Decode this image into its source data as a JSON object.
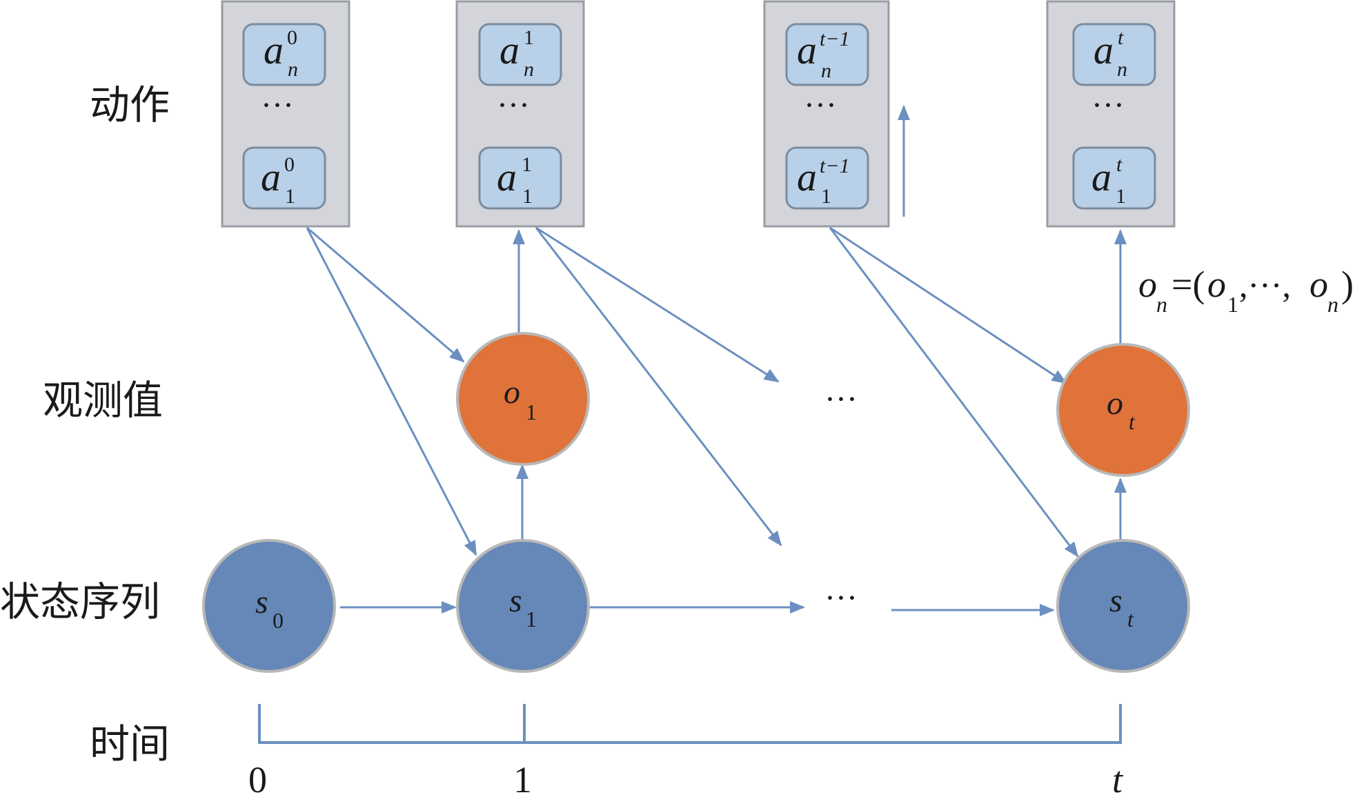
{
  "colors": {
    "state_node": "#6688b8",
    "observation_node": "#e0733a",
    "arrow": "#6b8fc0",
    "action_panel_fill": "#d3d5db",
    "action_panel_stroke": "#9a9ca3",
    "action_cell_fill": "#b8d0e8",
    "action_cell_stroke": "#7b8b9e"
  },
  "row_labels": {
    "action": "动作",
    "observation": "观测值",
    "state": "状态序列",
    "time": "时间"
  },
  "action_panels": [
    {
      "top": {
        "base": "a",
        "sup": "0",
        "sub": "n"
      },
      "ellipsis": "···",
      "bottom": {
        "base": "a",
        "sup": "0",
        "sub": "1"
      }
    },
    {
      "top": {
        "base": "a",
        "sup": "1",
        "sub": "n"
      },
      "ellipsis": "···",
      "bottom": {
        "base": "a",
        "sup": "1",
        "sub": "1"
      }
    },
    {
      "top": {
        "base": "a",
        "sup": "t−1",
        "sub": "n"
      },
      "ellipsis": "···",
      "bottom": {
        "base": "a",
        "sup": "t−1",
        "sub": "1"
      }
    },
    {
      "top": {
        "base": "a",
        "sup": "t",
        "sub": "n"
      },
      "ellipsis": "···",
      "bottom": {
        "base": "a",
        "sup": "t",
        "sub": "1"
      }
    }
  ],
  "observation_nodes": [
    {
      "base": "o",
      "sub": "1"
    },
    {
      "base": "o",
      "sub": "t"
    }
  ],
  "state_nodes": [
    {
      "base": "s",
      "sub": "0"
    },
    {
      "base": "s",
      "sub": "1"
    },
    {
      "base": "s",
      "sub": "t"
    }
  ],
  "ellipses": {
    "observation_row": "···",
    "state_row": "···"
  },
  "formula": {
    "lhs_base": "o",
    "lhs_sub": "n",
    "eq_open": "=(",
    "item1_base": "o",
    "item1_sub": "1",
    "middle": ",···,",
    "item2_base": "o",
    "item2_sub": "n",
    "close": ")"
  },
  "time_ticks": [
    "0",
    "1",
    "t"
  ]
}
